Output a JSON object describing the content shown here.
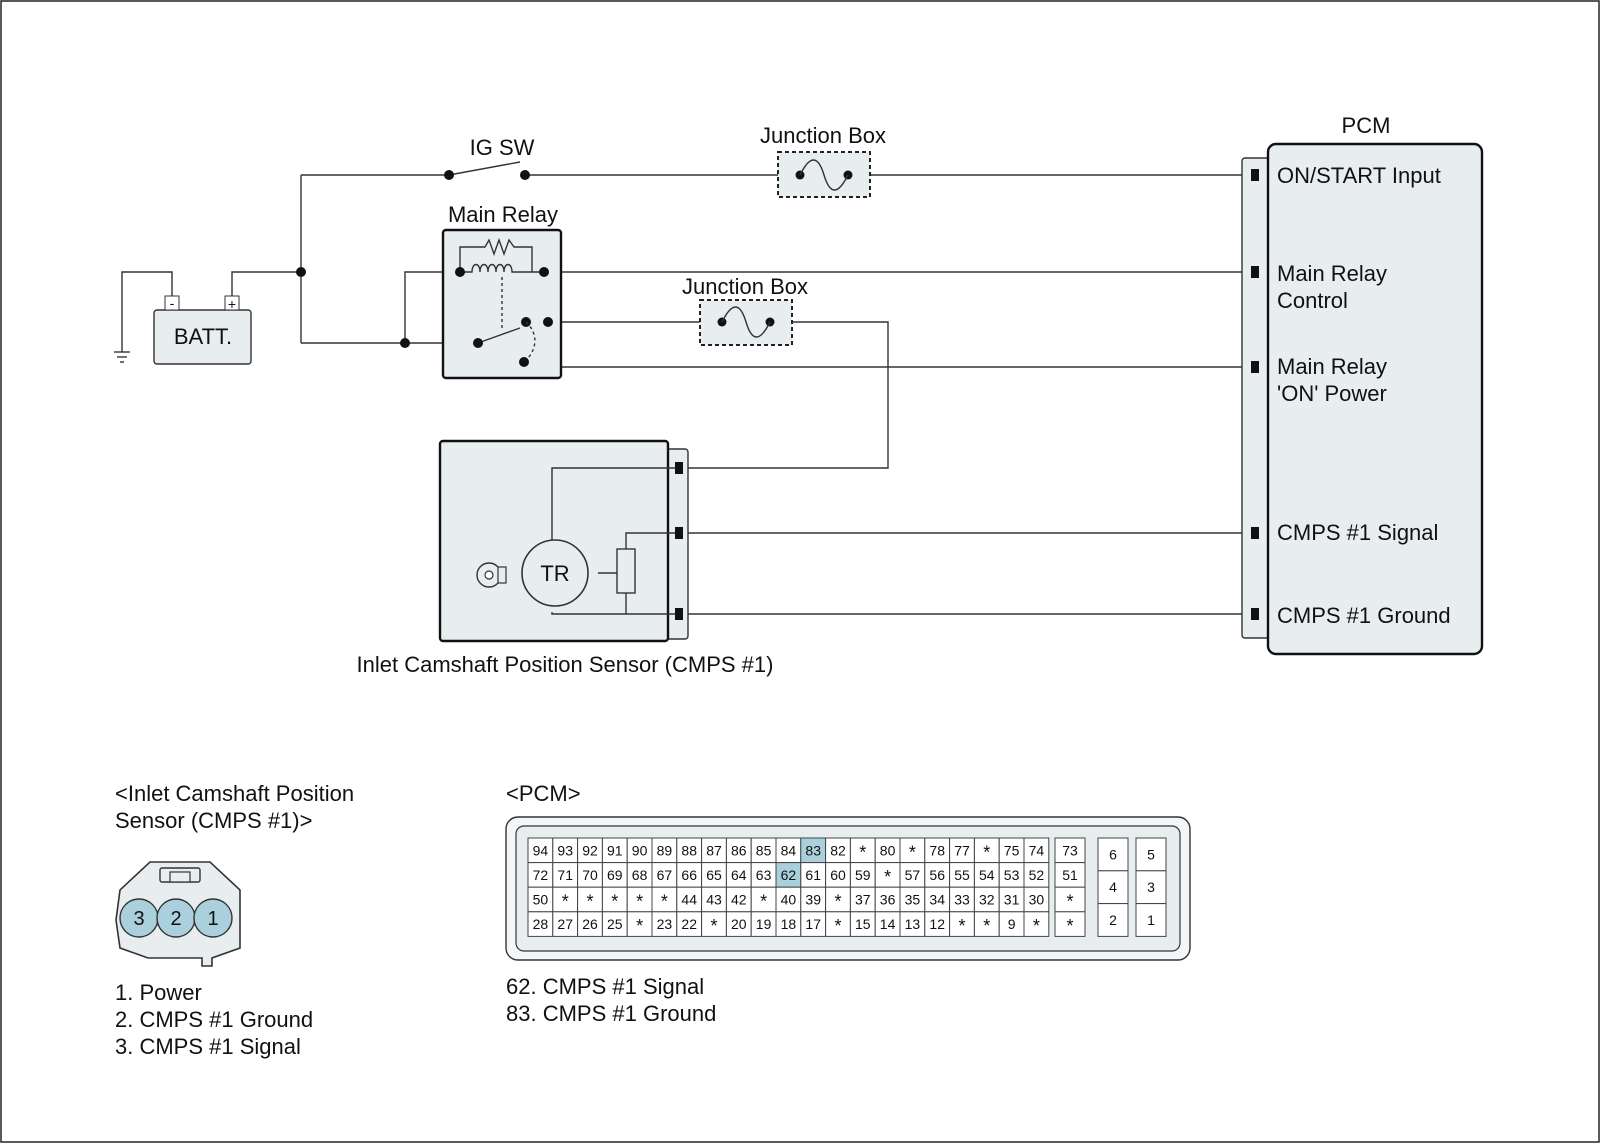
{
  "labels": {
    "ig_sw": "IG SW",
    "junction_box_top": "Junction Box",
    "junction_box_mid": "Junction Box",
    "main_relay": "Main Relay",
    "batt": "BATT.",
    "batt_neg": "-",
    "batt_pos": "+",
    "pcm": "PCM",
    "tr": "TR",
    "sensor_caption": "Inlet Camshaft Position Sensor (CMPS #1)"
  },
  "pcm_pins": [
    {
      "line1": "ON/START Input",
      "line2": ""
    },
    {
      "line1": "Main Relay",
      "line2": "Control"
    },
    {
      "line1": "Main Relay",
      "line2": "'ON' Power"
    },
    {
      "line1": "CMPS #1 Signal",
      "line2": ""
    },
    {
      "line1": "CMPS #1 Ground",
      "line2": ""
    }
  ],
  "sensor_connector": {
    "title_line1": "<Inlet Camshaft Position",
    "title_line2": "Sensor (CMPS #1)>",
    "pins": [
      "3",
      "2",
      "1"
    ],
    "legend": [
      "1. Power",
      "2. CMPS #1 Ground",
      "3. CMPS #1 Signal"
    ]
  },
  "pcm_connector": {
    "title": "<PCM>",
    "highlight": [
      "83",
      "62"
    ],
    "main_rows": [
      [
        "94",
        "93",
        "92",
        "91",
        "90",
        "89",
        "88",
        "87",
        "86",
        "85",
        "84",
        "83",
        "82",
        "*",
        "80",
        "*",
        "78",
        "77",
        "*",
        "75",
        "74"
      ],
      [
        "72",
        "71",
        "70",
        "69",
        "68",
        "67",
        "66",
        "65",
        "64",
        "63",
        "62",
        "61",
        "60",
        "59",
        "*",
        "57",
        "56",
        "55",
        "54",
        "53",
        "52"
      ],
      [
        "50",
        "*",
        "*",
        "*",
        "*",
        "*",
        "44",
        "43",
        "42",
        "*",
        "40",
        "39",
        "*",
        "37",
        "36",
        "35",
        "34",
        "33",
        "32",
        "31",
        "30"
      ],
      [
        "28",
        "27",
        "26",
        "25",
        "*",
        "23",
        "22",
        "*",
        "20",
        "19",
        "18",
        "17",
        "*",
        "15",
        "14",
        "13",
        "12",
        "*",
        "*",
        "9",
        "*"
      ]
    ],
    "side_col": [
      "73",
      "51",
      "*",
      "*"
    ],
    "right_block": [
      [
        "6",
        "5"
      ],
      [
        "4",
        "3"
      ],
      [
        "2",
        "1"
      ]
    ],
    "legend": [
      "62. CMPS #1 Signal",
      "83. CMPS #1 Ground"
    ]
  }
}
